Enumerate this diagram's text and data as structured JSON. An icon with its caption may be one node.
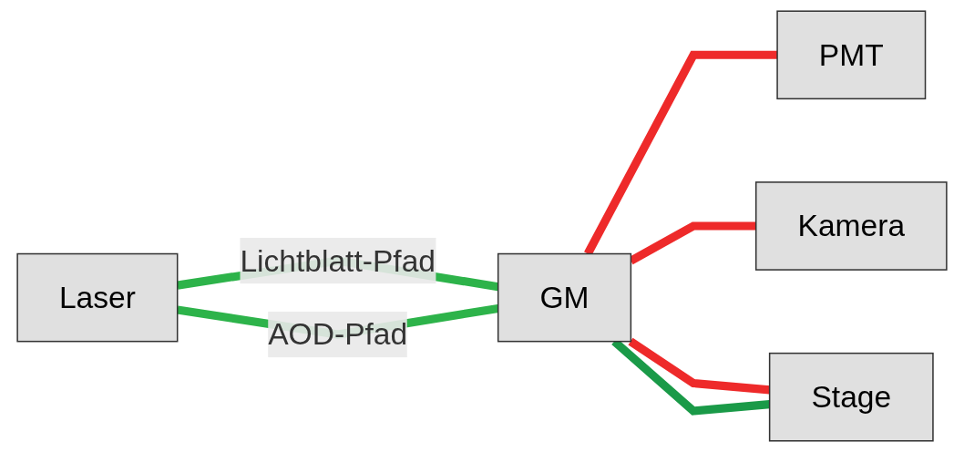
{
  "diagram": {
    "nodes": [
      {
        "text": [
          "Laser"
        ]
      },
      {
        "text": [
          "PMT"
        ]
      },
      {
        "text": [
          "Kamera"
        ]
      },
      {
        "text": [
          "GM"
        ]
      },
      {
        "text": [
          "Stage"
        ]
      }
    ],
    "edges": [
      {
        "from": 0,
        "to": 3,
        "arrow": "none",
        "label": "Lichtblatt-Pfad",
        "color": "#2db34a"
      },
      {
        "from": 0,
        "to": 3,
        "arrow": "none",
        "label": "AOD-Pfad",
        "color": "#2db34a"
      },
      {
        "from": 3,
        "to": 1,
        "arrow": "none",
        "color": "#ee2a2a"
      },
      {
        "from": 3,
        "to": 2,
        "arrow": "none",
        "color": "#ee2a2a"
      },
      {
        "from": 3,
        "to": 4,
        "arrow": "none",
        "color": "#ee2a2a"
      },
      {
        "from": 3,
        "to": 4,
        "arrow": "none",
        "color": "#1a9a48"
      }
    ]
  }
}
